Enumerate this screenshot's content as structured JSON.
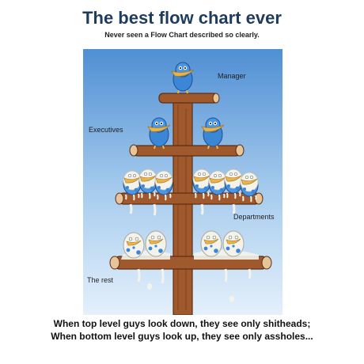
{
  "title": "The best flow chart ever",
  "subtitle": "Never seen a Flow Chart described so clearly.",
  "labels": {
    "manager": "Manager",
    "executives": "Executives",
    "departments": "Departments",
    "the_rest": "The rest"
  },
  "caption": {
    "line1": "When top level guys look down, they see only shitheads;",
    "line2": "When bottom level guys look up, they see only assholes..."
  },
  "colors": {
    "sky_top": "#4f8fd4",
    "sky_bottom": "#e4f0fb",
    "wood": "#a0592c",
    "wood_end": "#e8c49a",
    "bird_blue": "#3b86d6",
    "beak": "#e9b54a",
    "droppings": "#f3f3ec"
  }
}
